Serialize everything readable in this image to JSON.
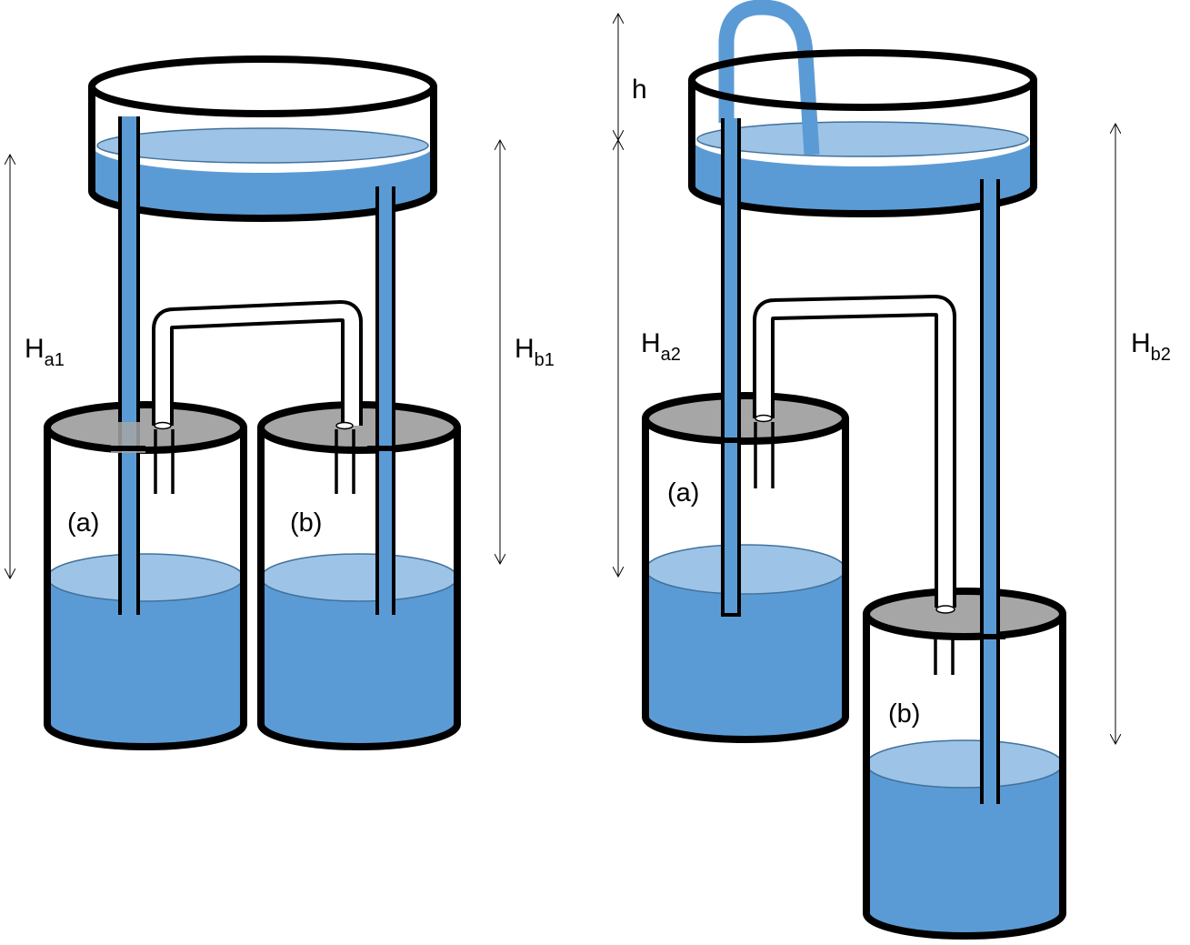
{
  "colors": {
    "water": "#5b9bd5",
    "water_surface": "#9dc3e6",
    "lid": "#a6a6a6",
    "stroke": "#000000",
    "tube_white": "#ffffff",
    "background": "#ffffff"
  },
  "left_setup": {
    "jar_a_label": "(a)",
    "jar_b_label": "(b)",
    "height_a": {
      "main": "H",
      "sub": "a1"
    },
    "height_b": {
      "main": "H",
      "sub": "b1"
    }
  },
  "right_setup": {
    "jar_a_label": "(a)",
    "jar_b_label": "(b)",
    "height_h": "h",
    "height_a": {
      "main": "H",
      "sub": "a2"
    },
    "height_b": {
      "main": "H",
      "sub": "b2"
    }
  }
}
